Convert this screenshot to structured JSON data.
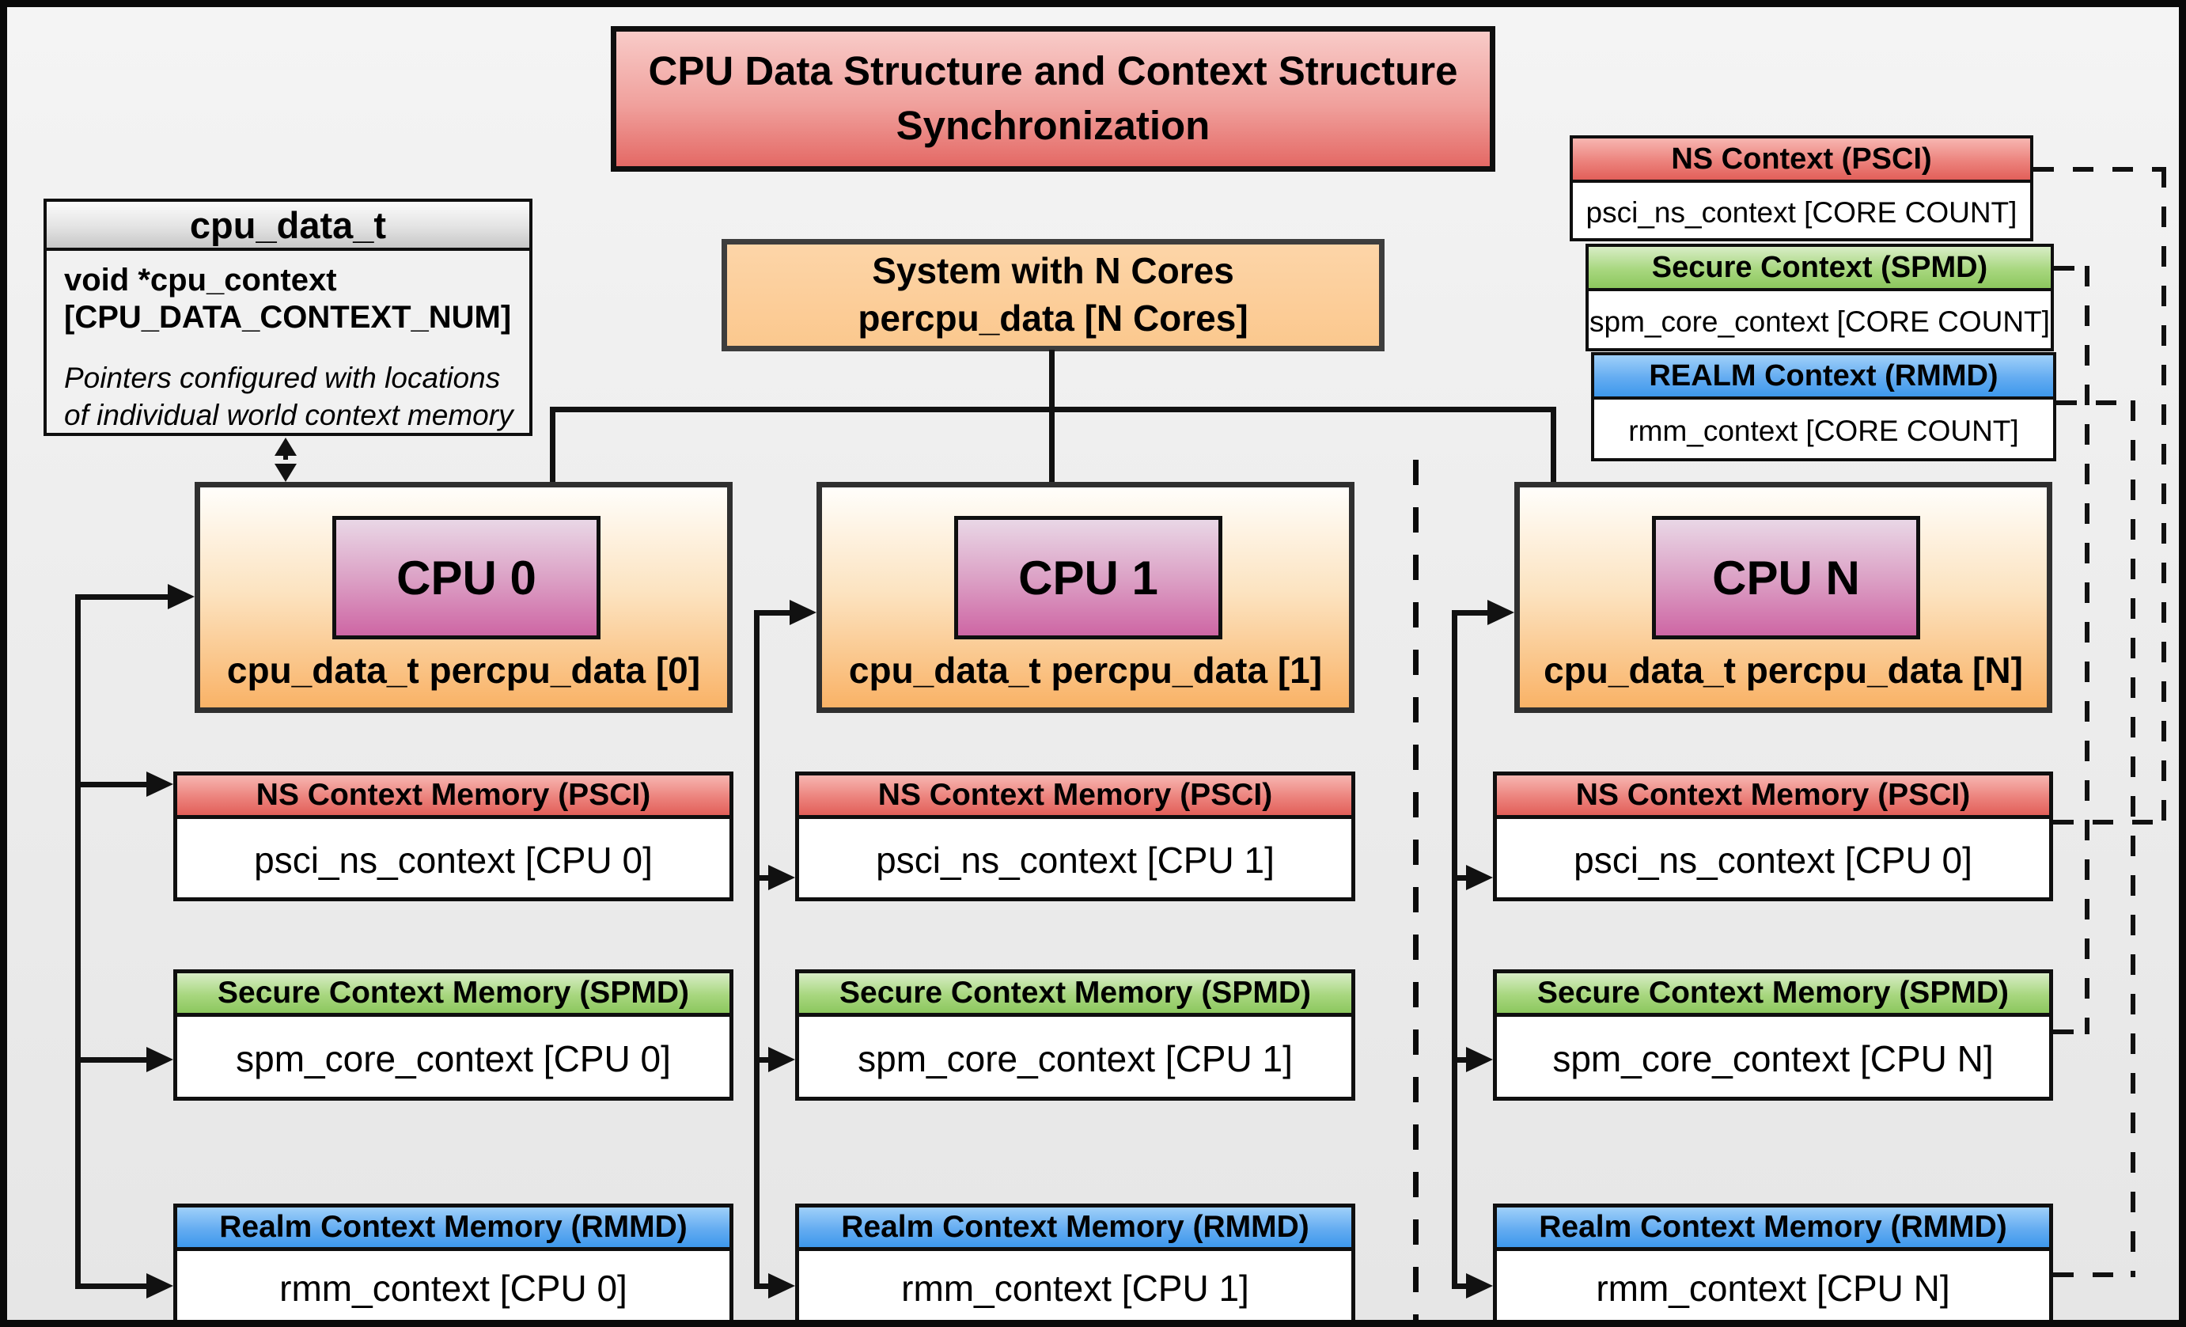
{
  "title": {
    "line1": "CPU Data Structure and Context Structure",
    "line2": "Synchronization"
  },
  "cpu_data_t": {
    "header": "cpu_data_t",
    "decl_line1": "void  *cpu_context",
    "decl_line2": "[CPU_DATA_CONTEXT_NUM]",
    "note_line1": "Pointers configured with locations",
    "note_line2": "of individual world context memory"
  },
  "system": {
    "line1": "System with N Cores",
    "line2": "percpu_data [N Cores]"
  },
  "legend": {
    "ns": {
      "header": "NS Context  (PSCI)",
      "body": "psci_ns_context [CORE COUNT]"
    },
    "secure": {
      "header": "Secure Context (SPMD)",
      "body": "spm_core_context [CORE COUNT]"
    },
    "realm": {
      "header": "REALM Context (RMMD)",
      "body": "rmm_context [CORE COUNT]"
    }
  },
  "cpus": [
    {
      "label": "CPU 0",
      "data_label": "cpu_data_t percpu_data [0]",
      "ns_header": "NS Context Memory (PSCI)",
      "ns_body": "psci_ns_context [CPU 0]",
      "secure_header": "Secure Context Memory (SPMD)",
      "secure_body": "spm_core_context [CPU 0]",
      "realm_header": "Realm Context Memory (RMMD)",
      "realm_body": "rmm_context [CPU 0]"
    },
    {
      "label": "CPU 1",
      "data_label": "cpu_data_t percpu_data [1]",
      "ns_header": "NS Context Memory (PSCI)",
      "ns_body": "psci_ns_context [CPU 1]",
      "secure_header": "Secure Context Memory (SPMD)",
      "secure_body": "spm_core_context [CPU 1]",
      "realm_header": "Realm Context Memory (RMMD)",
      "realm_body": "rmm_context [CPU 1]"
    },
    {
      "label": "CPU N",
      "data_label": "cpu_data_t percpu_data [N]",
      "ns_header": "NS Context Memory (PSCI)",
      "ns_body": "psci_ns_context [CPU 0]",
      "secure_header": "Secure Context Memory (SPMD)",
      "secure_body": "spm_core_context [CPU N]",
      "realm_header": "Realm Context Memory (RMMD)",
      "realm_body": "rmm_context [CPU N]"
    }
  ],
  "colors": {
    "title_red": "#e46965",
    "header_red": "#e25f59",
    "header_green": "#8cc75e",
    "header_blue": "#3d98ec",
    "cpu_orange": "#f9b266",
    "system_orange": "#fbc88e",
    "cpu_label_pink": "#ce66a4",
    "connector_black": "#111111"
  }
}
